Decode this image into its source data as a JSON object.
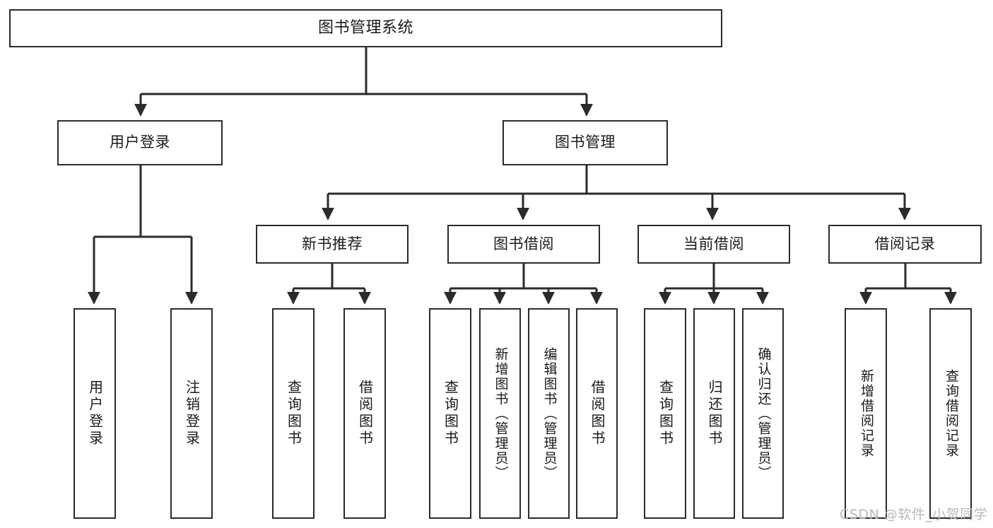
{
  "diagram": {
    "type": "hierarchy-tree",
    "title": "图书管理系统",
    "watermark": "CSDN @软件_小贺同学",
    "colors": {
      "node_border": "#2b2b2b",
      "node_fill": "#ffffff",
      "edge": "#2b2b2b",
      "text": "#1a1a1a",
      "watermark": "#b9b9b9",
      "background": "#ffffff"
    },
    "root": {
      "label": "图书管理系统"
    },
    "level2": [
      {
        "label": "用户登录"
      },
      {
        "label": "图书管理"
      }
    ],
    "level3": [
      {
        "label": "新书推荐"
      },
      {
        "label": "图书借阅"
      },
      {
        "label": "当前借阅"
      },
      {
        "label": "借阅记录"
      }
    ],
    "leaves": {
      "user_login": [
        {
          "label": "用户登录"
        },
        {
          "label": "注销登录"
        }
      ],
      "new_book_recommend": [
        {
          "label": "查询图书"
        },
        {
          "label": "借阅图书"
        }
      ],
      "book_borrow": [
        {
          "label": "查询图书"
        },
        {
          "label": "新增图书（管理员）"
        },
        {
          "label": "编辑图书（管理员）"
        },
        {
          "label": "借阅图书"
        }
      ],
      "current_borrow": [
        {
          "label": "查询图书"
        },
        {
          "label": "归还图书"
        },
        {
          "label": "确认归还（管理员）"
        }
      ],
      "borrow_record": [
        {
          "label": "新增借阅记录"
        },
        {
          "label": "查询借阅记录"
        }
      ]
    }
  }
}
